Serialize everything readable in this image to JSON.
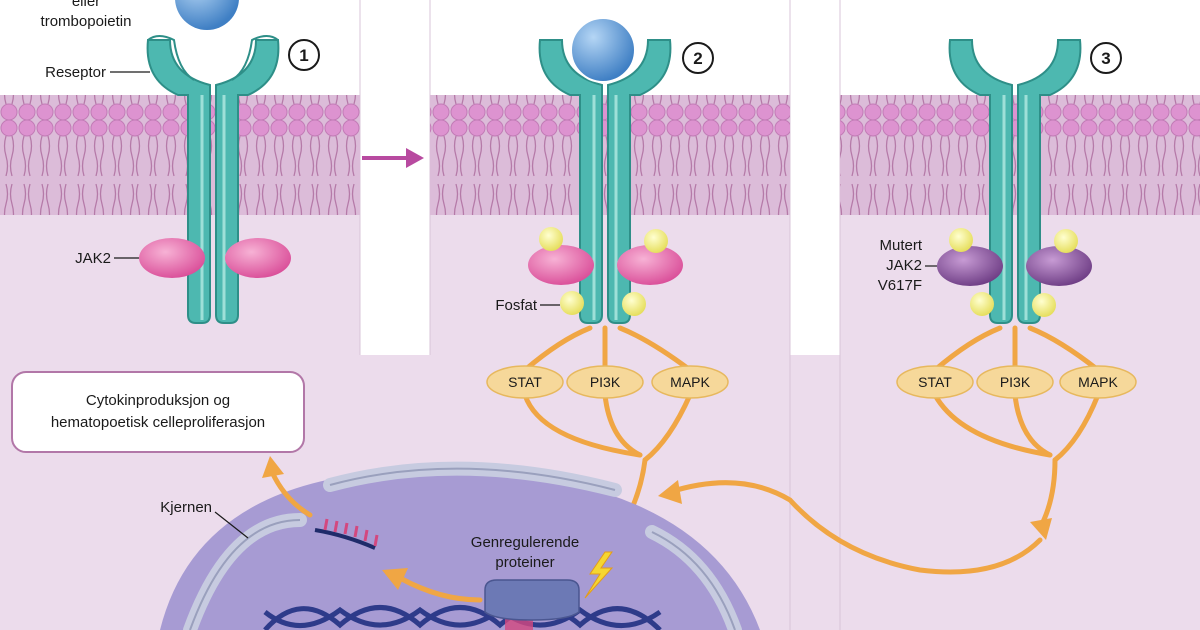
{
  "labels": {
    "ligand_line1": "eller",
    "ligand_line2": "trombopoietin",
    "receptor": "Reseptor",
    "jak2": "JAK2",
    "phosphate": "Fosfat",
    "mutant_line1": "Mutert",
    "mutant_line2": "JAK2",
    "mutant_line3": "V617F",
    "outcome_line1": "Cytokinproduksjon og",
    "outcome_line2": "hematopoetisk celleproliferasjon",
    "nucleus": "Kjernen",
    "gene_reg_line1": "Genregulerende",
    "gene_reg_line2": "proteiner"
  },
  "steps": [
    "1",
    "2",
    "3"
  ],
  "pathways": [
    "STAT",
    "PI3K",
    "MAPK"
  ],
  "colors": {
    "cytoplasm": "#ecdcec",
    "membrane_band": "#d9b4d6",
    "lipid_head": "#d98ccd",
    "receptor": "#4db8b0",
    "receptor_dark": "#2e8f88",
    "ligand": "#5b9bd5",
    "jak2": "#e667a8",
    "jak2_mutant": "#8a4f9e",
    "phosphate": "#f3f08a",
    "pathway_fill": "#f6d89a",
    "arrow": "#f0a644",
    "nucleus": "#a79bd3",
    "nuclear_envelope": "#c7cbe0",
    "membrane_arrow": "#b84aa0"
  }
}
